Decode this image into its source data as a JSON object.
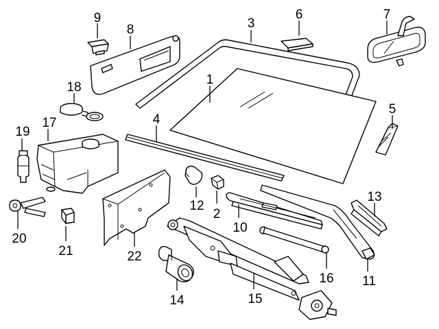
{
  "diagram": {
    "parts": [
      {
        "id": "p1",
        "num": "1",
        "part": "windshield-glass"
      },
      {
        "id": "p2",
        "num": "2",
        "part": "connector"
      },
      {
        "id": "p3",
        "num": "3",
        "part": "windshield-molding"
      },
      {
        "id": "p4",
        "num": "4",
        "part": "cowl-strip"
      },
      {
        "id": "p5",
        "num": "5",
        "part": "bracket"
      },
      {
        "id": "p6",
        "num": "6",
        "part": "mirror-cover"
      },
      {
        "id": "p7",
        "num": "7",
        "part": "rearview-mirror"
      },
      {
        "id": "p8",
        "num": "8",
        "part": "sun-visor"
      },
      {
        "id": "p9",
        "num": "9",
        "part": "visor-clip"
      },
      {
        "id": "p10",
        "num": "10",
        "part": "wiper-blade"
      },
      {
        "id": "p11",
        "num": "11",
        "part": "wiper-arm"
      },
      {
        "id": "p12",
        "num": "12",
        "part": "cap"
      },
      {
        "id": "p13",
        "num": "13",
        "part": "arm-cover"
      },
      {
        "id": "p14",
        "num": "14",
        "part": "wiper-motor"
      },
      {
        "id": "p15",
        "num": "15",
        "part": "wiper-linkage"
      },
      {
        "id": "p16",
        "num": "16",
        "part": "connecting-rod"
      },
      {
        "id": "p17",
        "num": "17",
        "part": "washer-reservoir"
      },
      {
        "id": "p18",
        "num": "18",
        "part": "reservoir-cap"
      },
      {
        "id": "p19",
        "num": "19",
        "part": "washer-pump"
      },
      {
        "id": "p20",
        "num": "20",
        "part": "washer-nozzle"
      },
      {
        "id": "p21",
        "num": "21",
        "part": "clip"
      },
      {
        "id": "p22",
        "num": "22",
        "part": "reservoir-bracket"
      }
    ]
  }
}
